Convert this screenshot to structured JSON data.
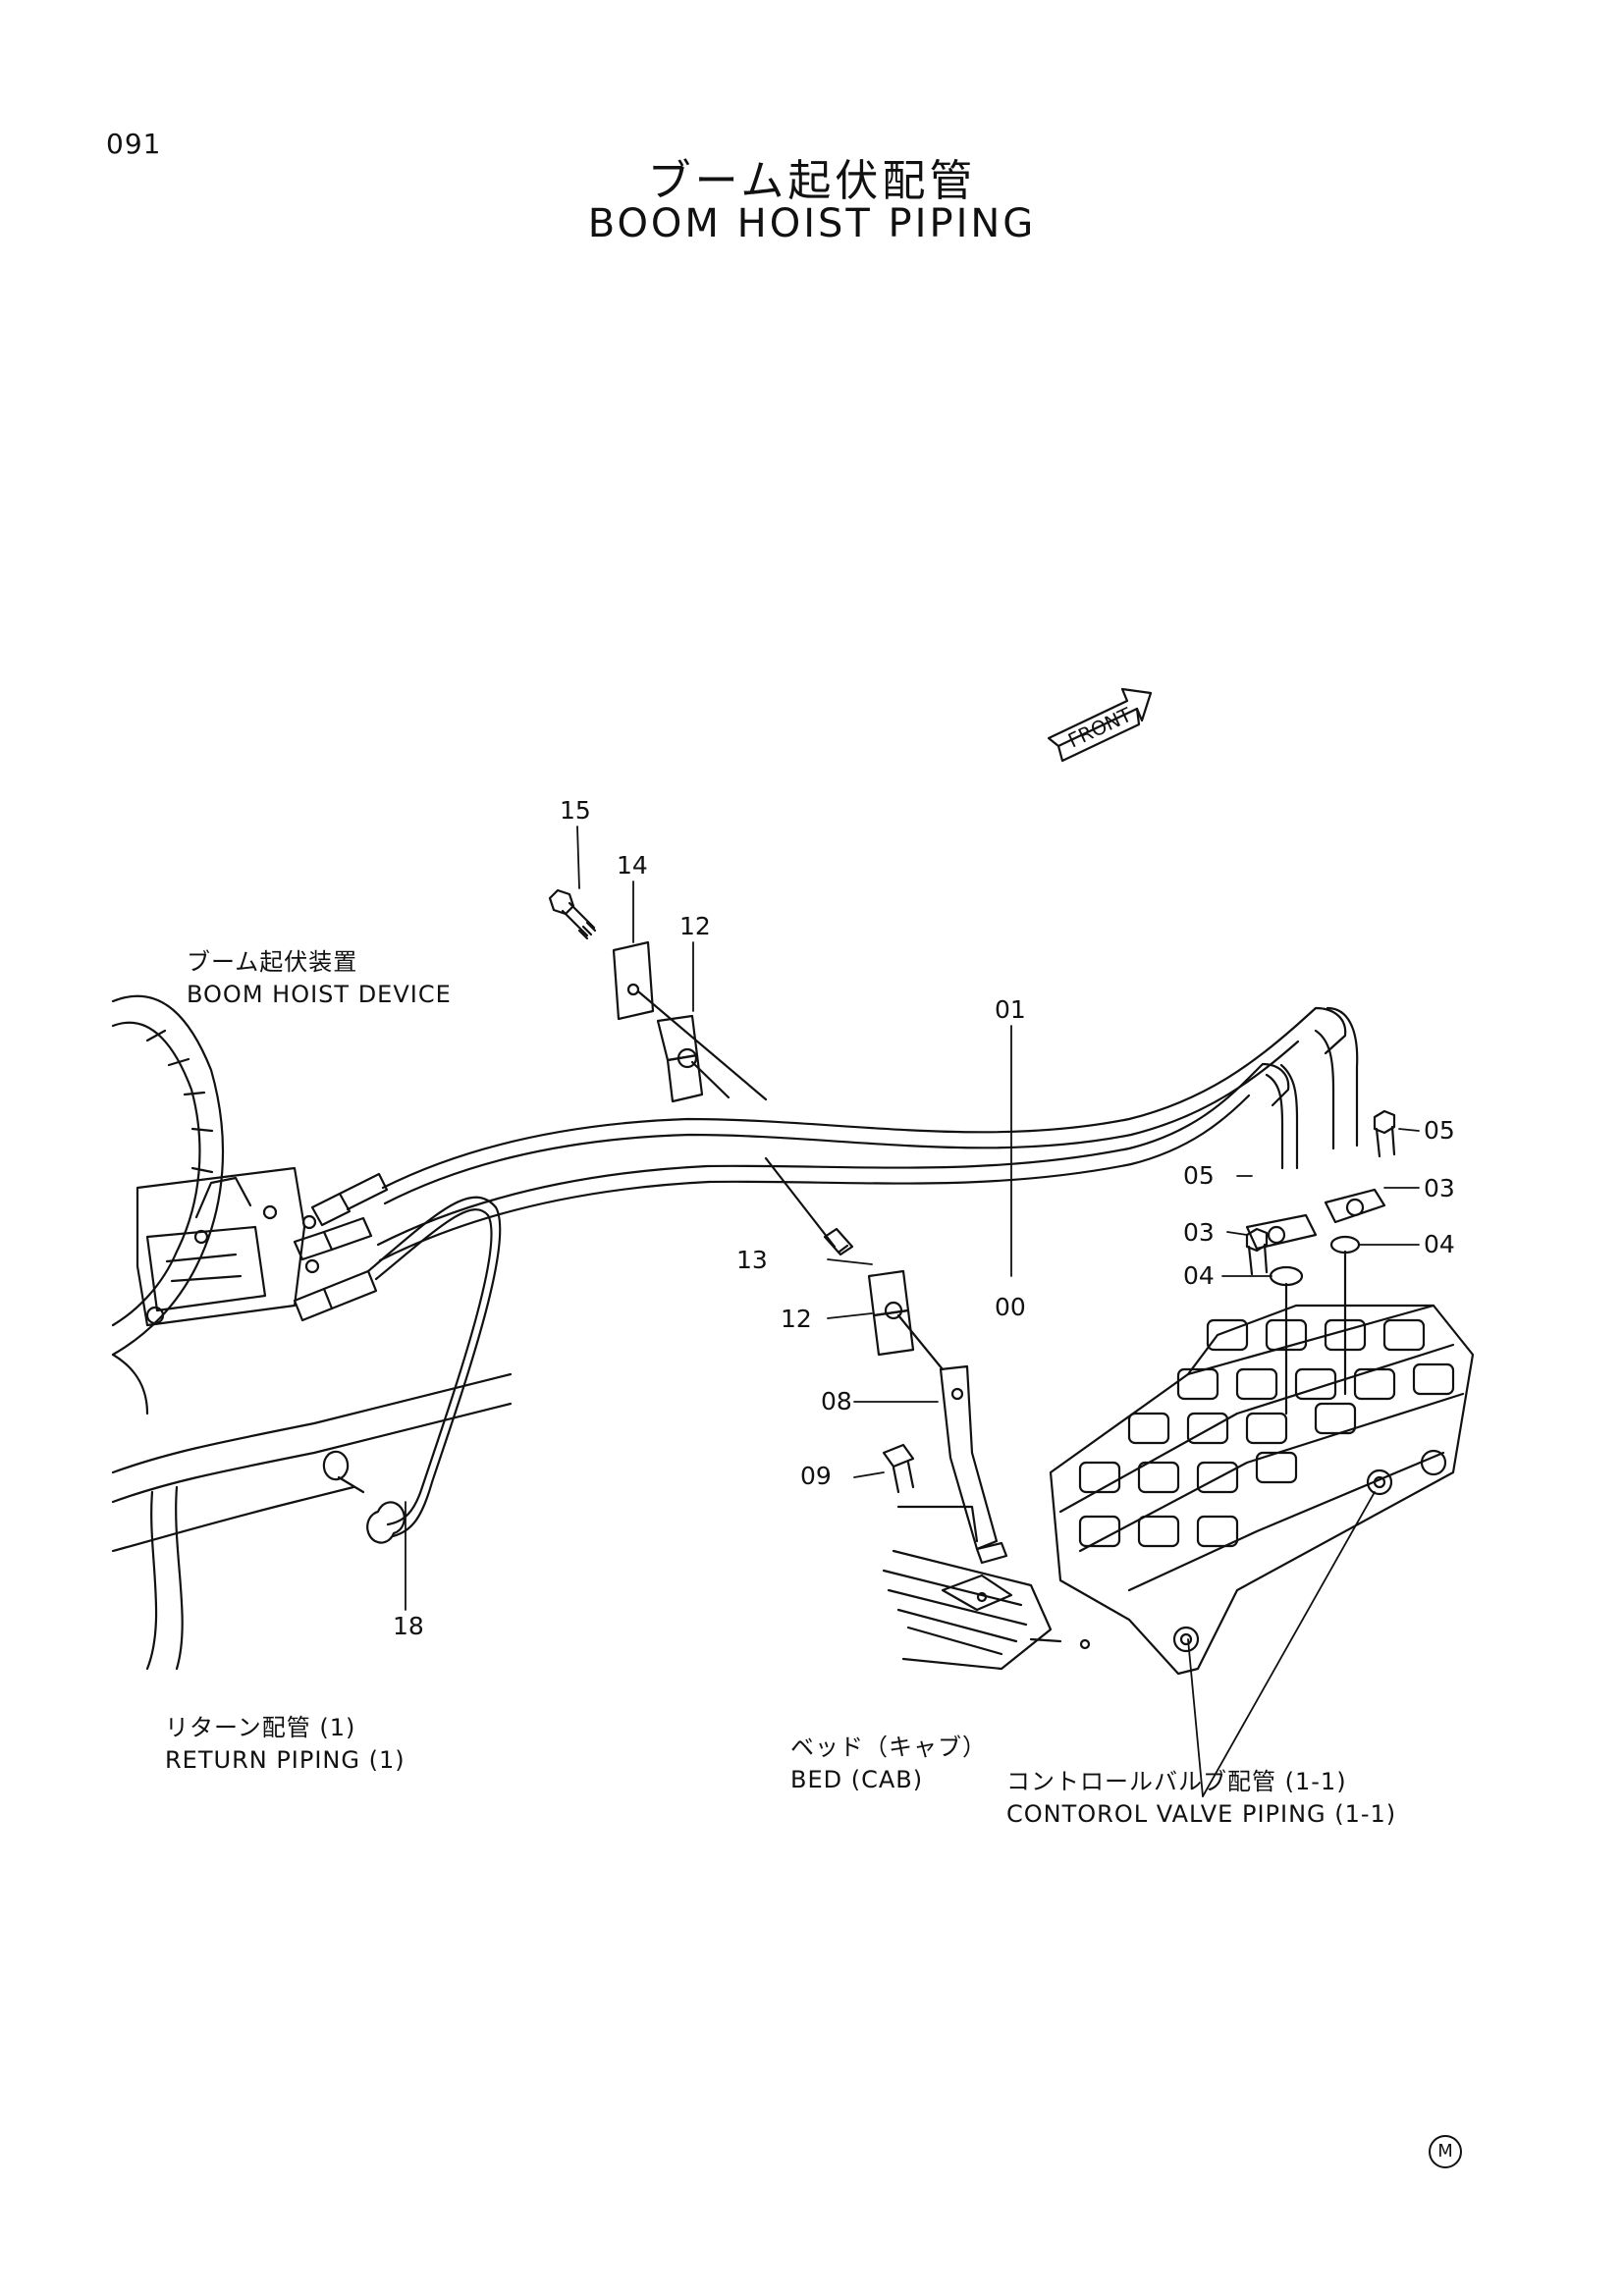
{
  "page": {
    "number": "091",
    "title_jp": "ブーム起伏配管",
    "title_en": "BOOM HOIST PIPING"
  },
  "front_arrow": {
    "label": "FRONT"
  },
  "callouts": {
    "boom_hoist_device_jp": "ブーム起伏装置",
    "boom_hoist_device_en": "BOOM HOIST DEVICE",
    "return_piping_jp": "リターン配管 (1)",
    "return_piping_en": "RETURN PIPING (1)",
    "bed_jp": "ベッド（キャブ）",
    "bed_en": "BED (CAB)",
    "control_valve_jp": "コントロールバルブ配管 (1-1)",
    "control_valve_en": "CONTOROL VALVE PIPING (1-1)"
  },
  "part_numbers": {
    "p15": "15",
    "p14": "14",
    "p12a": "12",
    "p01": "01",
    "p00": "00",
    "p13": "13",
    "p12b": "12",
    "p08": "08",
    "p09": "09",
    "p18": "18",
    "p05a": "05",
    "p05b": "05",
    "p03a": "03",
    "p03b": "03",
    "p04a": "04",
    "p04b": "04"
  },
  "footer": {
    "mark": "M"
  }
}
